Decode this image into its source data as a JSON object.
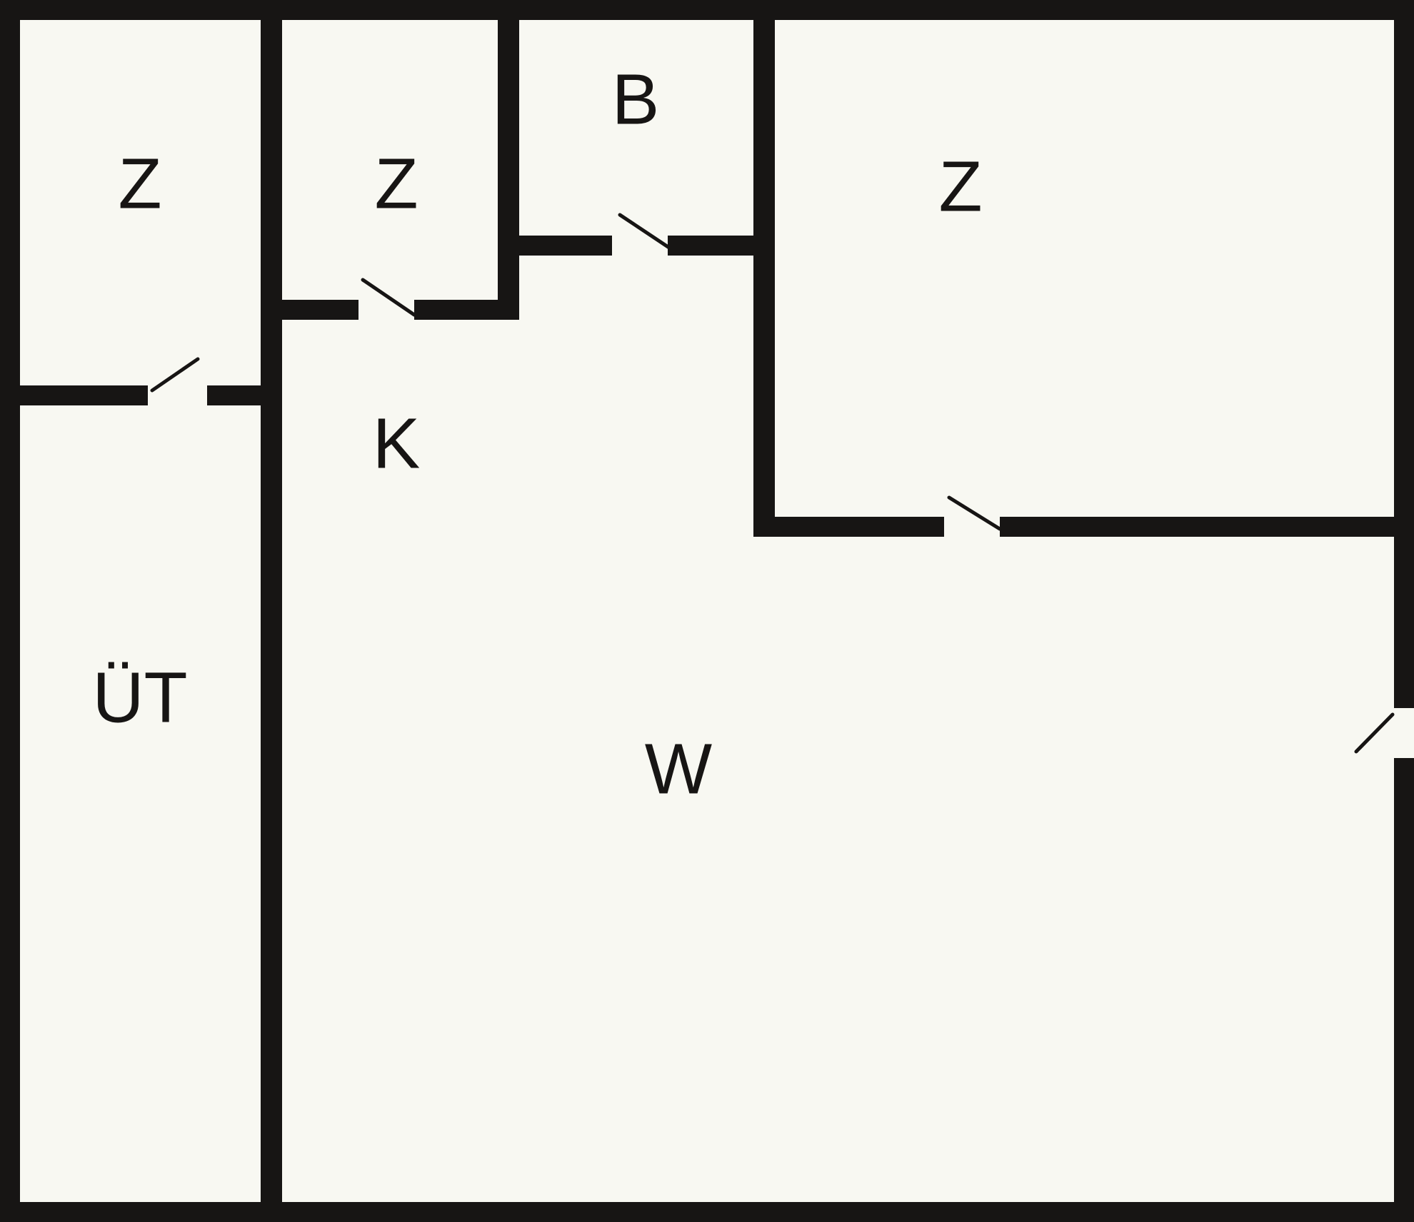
{
  "colors": {
    "background": "#f8f8f2",
    "wall": "#171514",
    "text": "#171514"
  },
  "rooms": [
    {
      "id": "bedroom-top-left",
      "label": "Z"
    },
    {
      "id": "bedroom-top-middle",
      "label": "Z"
    },
    {
      "id": "bathroom",
      "label": "B"
    },
    {
      "id": "bedroom-right",
      "label": "Z"
    },
    {
      "id": "kitchen",
      "label": "K"
    },
    {
      "id": "hallway",
      "label": "ÜT"
    },
    {
      "id": "living-room",
      "label": "W"
    }
  ]
}
